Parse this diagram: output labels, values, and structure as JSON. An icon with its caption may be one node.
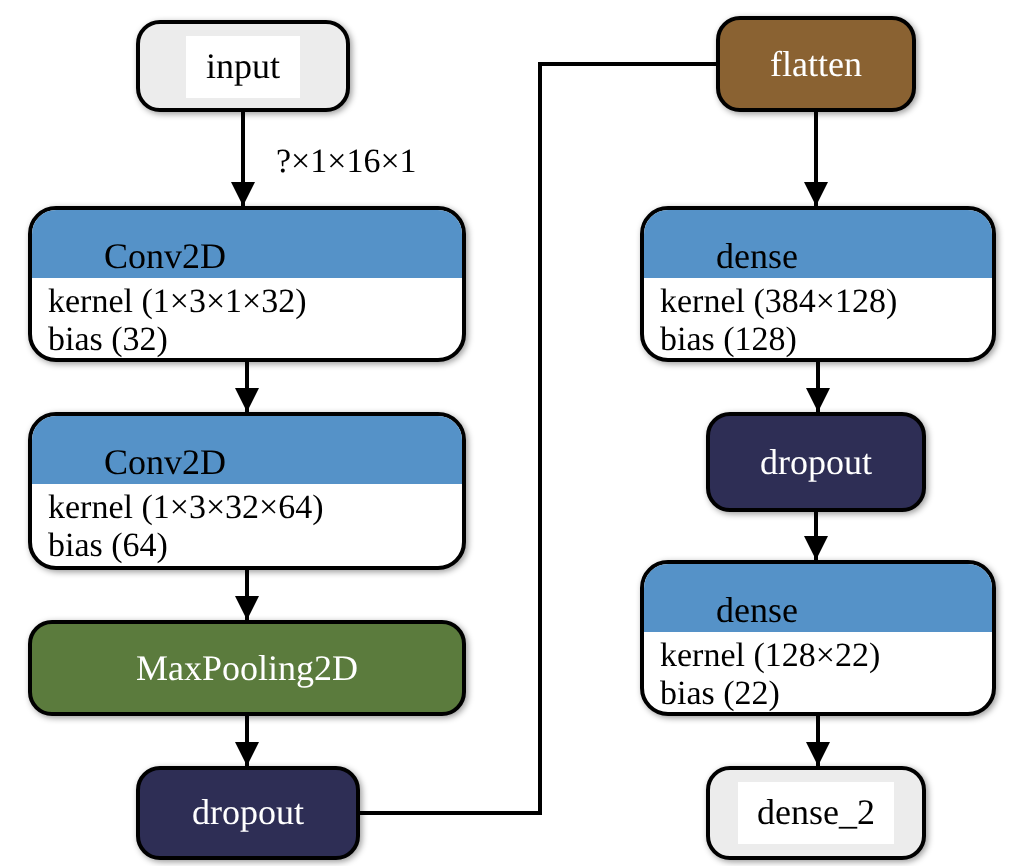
{
  "diagram": {
    "nodes": [
      {
        "text": [
          "input"
        ]
      },
      {
        "text": [
          "Conv2D",
          "kernel (1×3×1×32)",
          "bias (32)"
        ]
      },
      {
        "text": [
          "Conv2D",
          "kernel (1×3×32×64)",
          "bias (64)"
        ]
      },
      {
        "text": [
          "MaxPooling2D"
        ]
      },
      {
        "text": [
          "dropout"
        ]
      },
      {
        "text": [
          "flatten"
        ]
      },
      {
        "text": [
          "dense",
          "kernel (384×128)",
          "bias (128)"
        ]
      },
      {
        "text": [
          "dropout"
        ]
      },
      {
        "text": [
          "dense",
          "kernel (128×22)",
          "bias (22)"
        ]
      },
      {
        "text": [
          "dense_2"
        ]
      }
    ],
    "edges": [
      {
        "from": 0,
        "to": 1,
        "arrow": "to",
        "label": "?×1×16×1"
      },
      {
        "from": 1,
        "to": 2,
        "arrow": "to"
      },
      {
        "from": 2,
        "to": 3,
        "arrow": "to"
      },
      {
        "from": 3,
        "to": 4,
        "arrow": "to"
      },
      {
        "from": 4,
        "to": 5,
        "arrow": "none"
      },
      {
        "from": 5,
        "to": 6,
        "arrow": "to"
      },
      {
        "from": 6,
        "to": 7,
        "arrow": "to"
      },
      {
        "from": 7,
        "to": 8,
        "arrow": "to"
      },
      {
        "from": 8,
        "to": 9,
        "arrow": "to"
      }
    ]
  }
}
